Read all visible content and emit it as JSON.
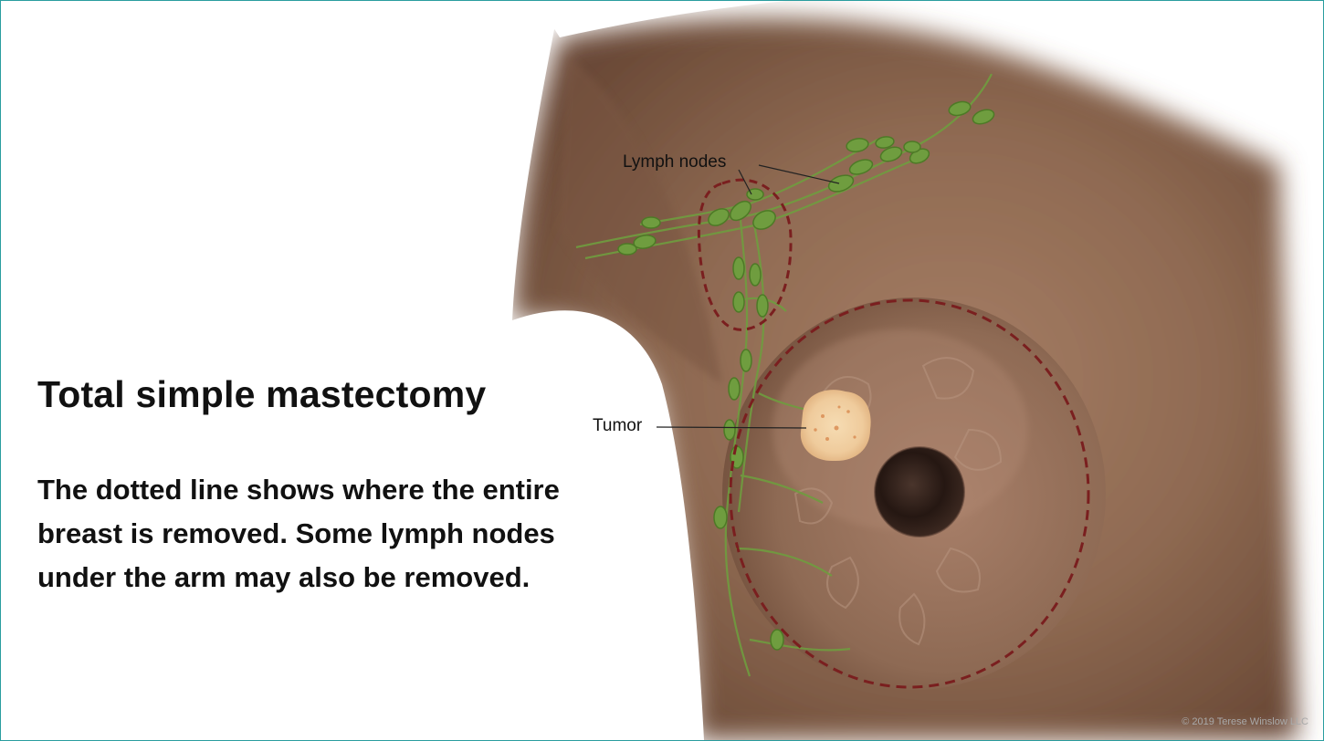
{
  "title": "Total simple mastectomy",
  "description": "The dotted line shows where the entire breast is removed. Some lymph nodes under the arm may also be removed.",
  "labels": {
    "lymph_nodes": "Lymph nodes",
    "tumor": "Tumor"
  },
  "credit": "© 2019 Terese Winslow LLC",
  "colors": {
    "border": "#2a9d9f",
    "skin": "#9a7259",
    "lymph_node": "#6f9d3f",
    "dotted_outline": "#7a1f1f",
    "tumor": "#f0d3a6",
    "nipple": "#2b1b15"
  }
}
